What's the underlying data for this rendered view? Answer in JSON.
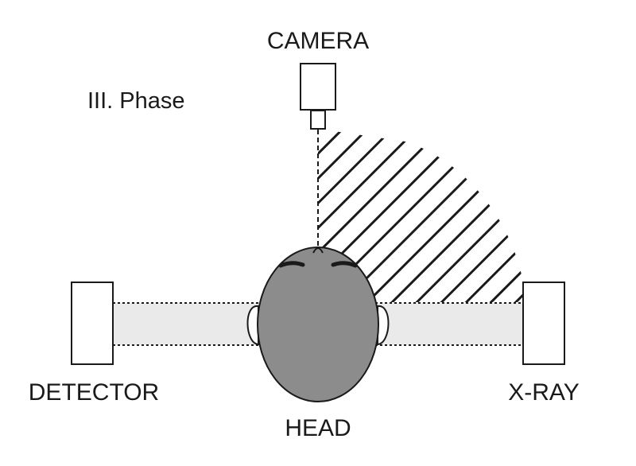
{
  "phase_label": "III. Phase",
  "labels": {
    "camera": "CAMERA",
    "detector": "DETECTOR",
    "head": "HEAD",
    "xray": "X-RAY"
  },
  "colors": {
    "stroke": "#1a1a1a",
    "head_fill": "#8c8c8c",
    "beam_fill": "#eaeaea",
    "background": "#ffffff"
  }
}
